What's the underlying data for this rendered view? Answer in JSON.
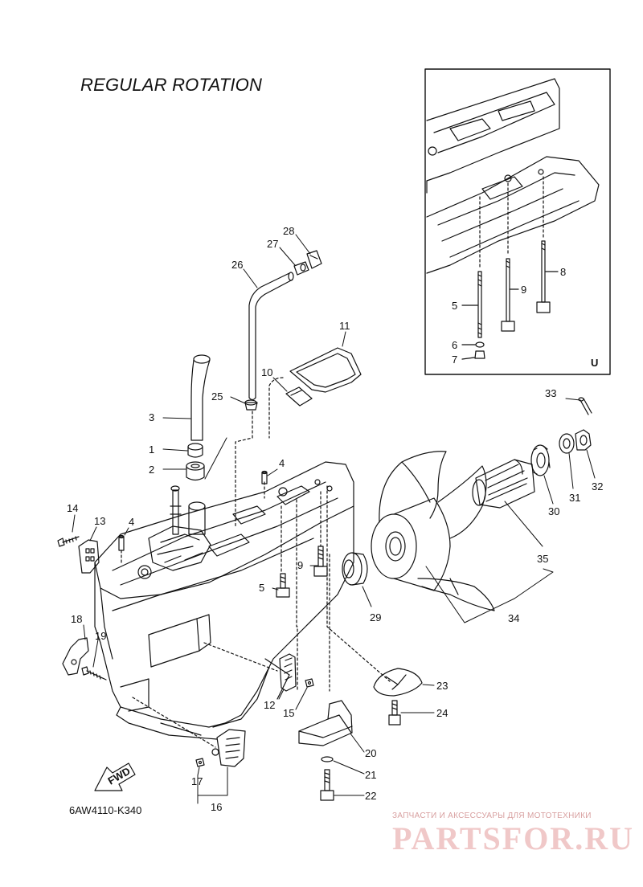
{
  "title": "REGULAR ROTATION",
  "diagram_code": "6AW4110-K340",
  "inset_marker": "U",
  "fwd_label": "FWD",
  "watermark": {
    "small": "ЗАПЧАСТИ И АКСЕССУАРЫ ДЛЯ МОТОТЕХНИКИ",
    "big": "PARTSFOR.RU"
  },
  "callouts": [
    {
      "id": "c1",
      "label": "1"
    },
    {
      "id": "c2",
      "label": "2"
    },
    {
      "id": "c3",
      "label": "3"
    },
    {
      "id": "c4a",
      "label": "4"
    },
    {
      "id": "c4b",
      "label": "4"
    },
    {
      "id": "c5",
      "label": "5"
    },
    {
      "id": "c9",
      "label": "9"
    },
    {
      "id": "c10",
      "label": "10"
    },
    {
      "id": "c11",
      "label": "11"
    },
    {
      "id": "c12",
      "label": "12"
    },
    {
      "id": "c13",
      "label": "13"
    },
    {
      "id": "c14",
      "label": "14"
    },
    {
      "id": "c15",
      "label": "15"
    },
    {
      "id": "c16",
      "label": "16"
    },
    {
      "id": "c17",
      "label": "17"
    },
    {
      "id": "c18",
      "label": "18"
    },
    {
      "id": "c19",
      "label": "19"
    },
    {
      "id": "c20",
      "label": "20"
    },
    {
      "id": "c21",
      "label": "21"
    },
    {
      "id": "c22",
      "label": "22"
    },
    {
      "id": "c23",
      "label": "23"
    },
    {
      "id": "c24",
      "label": "24"
    },
    {
      "id": "c25",
      "label": "25"
    },
    {
      "id": "c26",
      "label": "26"
    },
    {
      "id": "c27",
      "label": "27"
    },
    {
      "id": "c28",
      "label": "28"
    },
    {
      "id": "c29",
      "label": "29"
    },
    {
      "id": "c30",
      "label": "30"
    },
    {
      "id": "c31",
      "label": "31"
    },
    {
      "id": "c32",
      "label": "32"
    },
    {
      "id": "c33",
      "label": "33"
    },
    {
      "id": "c34",
      "label": "34"
    },
    {
      "id": "c35",
      "label": "35"
    },
    {
      "id": "i5",
      "label": "5"
    },
    {
      "id": "i6",
      "label": "6"
    },
    {
      "id": "i7",
      "label": "7"
    },
    {
      "id": "i8",
      "label": "8"
    },
    {
      "id": "i9",
      "label": "9"
    }
  ]
}
